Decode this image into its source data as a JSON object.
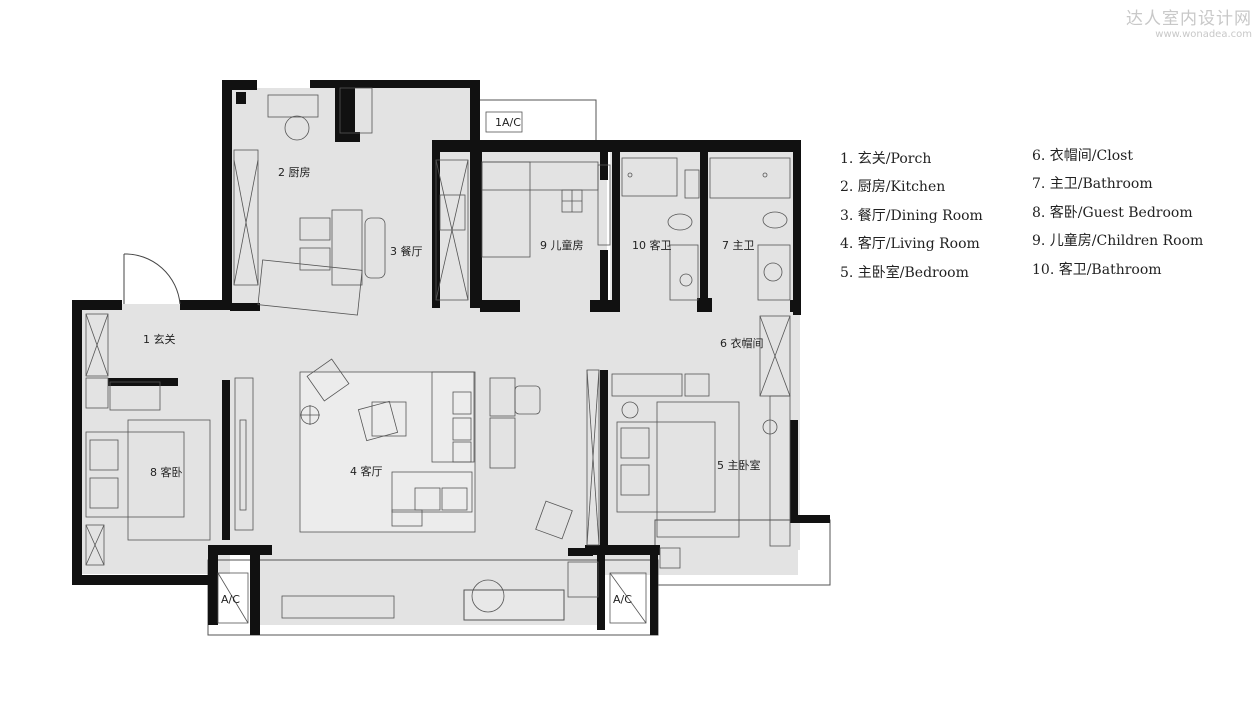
{
  "watermark": {
    "title": "达人室内设计网",
    "url": "www.wonadea.com"
  },
  "rooms": {
    "porch": "1 玄关",
    "kitchen": "2 厨房",
    "dining": "3 餐厅",
    "living": "4 客厅",
    "master": "5 主卧室",
    "closet": "6 衣帽间",
    "master_bath": "7 主卫",
    "guest": "8 客卧",
    "children": "9 儿童房",
    "guest_bath": "10 客卫"
  },
  "ac_labels": {
    "top": "1A/C",
    "bottom_left": "A/C",
    "bottom_right": "A/C"
  },
  "legend": {
    "left": [
      "1. 玄关/Porch",
      "2. 厨房/Kitchen",
      "3. 餐厅/Dining Room",
      "4. 客厅/Living Room",
      "5. 主卧室/Bedroom"
    ],
    "right": [
      "6. 衣帽间/Clost",
      "7. 主卫/Bathroom",
      "8. 客卧/Guest Bedroom",
      "9. 儿童房/Children Room",
      "10. 客卫/Bathroom"
    ]
  },
  "colors": {
    "wall": "#111111",
    "floor": "#e3e3e3",
    "line": "#444444"
  }
}
